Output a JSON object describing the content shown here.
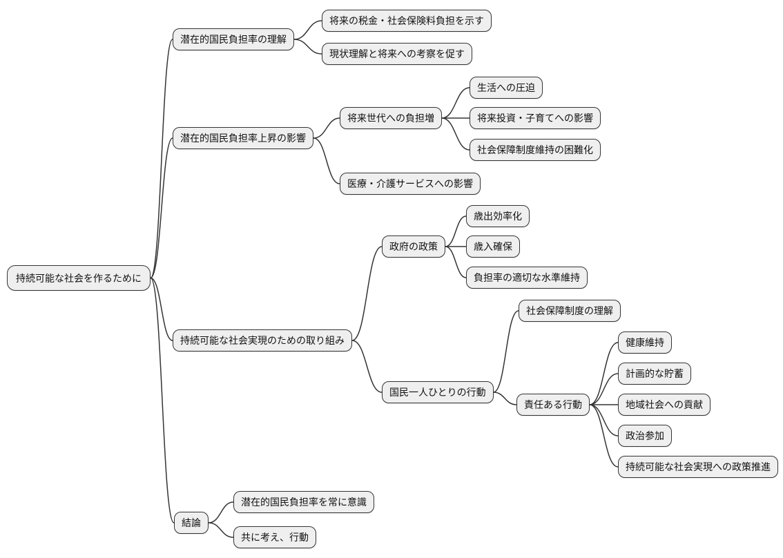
{
  "diagram": {
    "type": "mindmap",
    "language": "ja",
    "root_label": "持続可能な社会を作るために"
  },
  "style": {
    "background": "#ffffff",
    "node_fill": "#efefef",
    "node_border": "#333333",
    "link_color": "#333333",
    "text_color": "#111111"
  },
  "nodes": {
    "root": {
      "label": "持続可能な社会を作るために"
    },
    "understanding": {
      "label": "潜在的国民負担率の理解"
    },
    "understanding_tax": {
      "label": "将来の税金・社会保険料負担を示す"
    },
    "understanding_think": {
      "label": "現状理解と将来への考察を促す"
    },
    "impact": {
      "label": "潜在的国民負担率上昇の影響"
    },
    "impact_future_gen": {
      "label": "将来世代への負担増"
    },
    "impact_life": {
      "label": "生活への圧迫"
    },
    "impact_invest": {
      "label": "将来投資・子育てへの影響"
    },
    "impact_social": {
      "label": "社会保障制度維持の困難化"
    },
    "impact_medical": {
      "label": "医療・介護サービスへの影響"
    },
    "efforts": {
      "label": "持続可能な社会実現のための取り組み"
    },
    "gov": {
      "label": "政府の政策"
    },
    "gov_spending": {
      "label": "歳出効率化"
    },
    "gov_revenue": {
      "label": "歳入確保"
    },
    "gov_burden": {
      "label": "負担率の適切な水準維持"
    },
    "citizen": {
      "label": "国民一人ひとりの行動"
    },
    "citizen_understand": {
      "label": "社会保障制度の理解"
    },
    "citizen_responsible": {
      "label": "責任ある行動"
    },
    "resp_health": {
      "label": "健康維持"
    },
    "resp_saving": {
      "label": "計画的な貯蓄"
    },
    "resp_community": {
      "label": "地域社会への貢献"
    },
    "resp_politics": {
      "label": "政治参加"
    },
    "resp_policy": {
      "label": "持続可能な社会実現への政策推進"
    },
    "conclusion": {
      "label": "結論"
    },
    "conclusion_aware": {
      "label": "潜在的国民負担率を常に意識"
    },
    "conclusion_act": {
      "label": "共に考え、行動"
    }
  },
  "edges": [
    [
      "root",
      "understanding"
    ],
    [
      "root",
      "impact"
    ],
    [
      "root",
      "efforts"
    ],
    [
      "root",
      "conclusion"
    ],
    [
      "understanding",
      "understanding_tax"
    ],
    [
      "understanding",
      "understanding_think"
    ],
    [
      "impact",
      "impact_future_gen"
    ],
    [
      "impact",
      "impact_medical"
    ],
    [
      "impact_future_gen",
      "impact_life"
    ],
    [
      "impact_future_gen",
      "impact_invest"
    ],
    [
      "impact_future_gen",
      "impact_social"
    ],
    [
      "efforts",
      "gov"
    ],
    [
      "efforts",
      "citizen"
    ],
    [
      "gov",
      "gov_spending"
    ],
    [
      "gov",
      "gov_revenue"
    ],
    [
      "gov",
      "gov_burden"
    ],
    [
      "citizen",
      "citizen_understand"
    ],
    [
      "citizen",
      "citizen_responsible"
    ],
    [
      "citizen_responsible",
      "resp_health"
    ],
    [
      "citizen_responsible",
      "resp_saving"
    ],
    [
      "citizen_responsible",
      "resp_community"
    ],
    [
      "citizen_responsible",
      "resp_politics"
    ],
    [
      "citizen_responsible",
      "resp_policy"
    ],
    [
      "conclusion",
      "conclusion_aware"
    ],
    [
      "conclusion",
      "conclusion_act"
    ]
  ]
}
